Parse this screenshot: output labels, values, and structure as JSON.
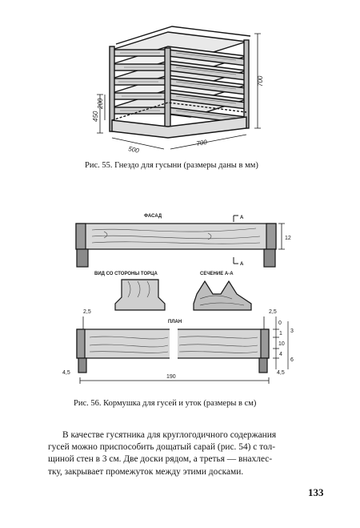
{
  "figure55": {
    "caption": "Рис. 55. Гнездо для гусыни (размеры даны в мм)",
    "dims": {
      "height": "700",
      "left_total": "450",
      "left_upper": "200",
      "length": "500",
      "width": "700"
    }
  },
  "figure56": {
    "caption": "Рис. 56. Кормушка для гусей и уток (размеры в см)",
    "labels": {
      "facade": "ФАСАД",
      "end_view": "ВИД СО СТОРОНЫ ТОРЦА",
      "section": "СЕЧЕНИЕ А-А",
      "plan": "ПЛАН",
      "section_mark": "А"
    },
    "dims": {
      "height_top": "12",
      "top_left": "2,5",
      "top_right": "2,5",
      "right_1": "0",
      "right_2": "1",
      "right_3": "10",
      "right_4": "4",
      "right_5": "3",
      "right_6": "6",
      "left_bottom": "4,5",
      "right_bottom": "4,5",
      "length": "190"
    }
  },
  "body_text": {
    "lines": [
      "В качестве гусятника для круглогодичного содержания",
      "гусей можно приспособить дощатый сарай (рис. 54) с тол-",
      "щиной стен в 3 см. Две доски рядом, а третья — внахлес-",
      "тку, закрывает промежуток между этими досками."
    ]
  },
  "page_number": "133"
}
